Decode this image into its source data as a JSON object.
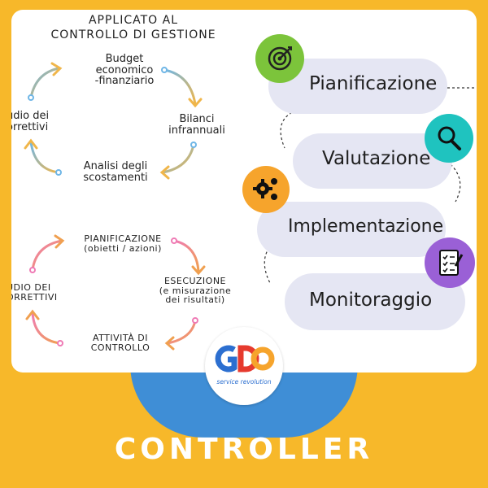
{
  "colors": {
    "background": "#f7b82a",
    "panel": "#ffffff",
    "band": "#3f8ed6",
    "pill": "#e5e6f3",
    "green": "#7cc43b",
    "teal": "#1fc3bf",
    "orange": "#f6a42c",
    "purple": "#9a60d6"
  },
  "left": {
    "title_line1": "APPLICATO AL",
    "title_line2": "CONTROLLO DI GESTIONE",
    "cycle1": {
      "budget": "Budget\neconomico\n-finanziario",
      "bilanci": "Bilanci\ninfrannuali",
      "analisi": "Analisi degli\nscostamenti",
      "studio": "udio dei\norrettivi"
    },
    "cycle2": {
      "pianificazione": "PIANIFICAZIONE\n(obietti / azioni)",
      "esecuzione": "ESECUZIONE\n(e misurazione\ndei risultati)",
      "attivita": "ATTIVITÀ DI\nCONTROLLO",
      "studio": "UDIO DEI\nORRETTIVI"
    }
  },
  "right": {
    "steps": [
      {
        "label": "Pianificazione",
        "icon": "target-icon"
      },
      {
        "label": "Valutazione",
        "icon": "magnifier-icon"
      },
      {
        "label": "Implementazione",
        "icon": "gears-icon"
      },
      {
        "label": "Monitoraggio",
        "icon": "checklist-icon"
      }
    ]
  },
  "logo": {
    "letters": "GDO",
    "tagline": "service revolution"
  },
  "footer": {
    "title": "CONTROLLER"
  }
}
